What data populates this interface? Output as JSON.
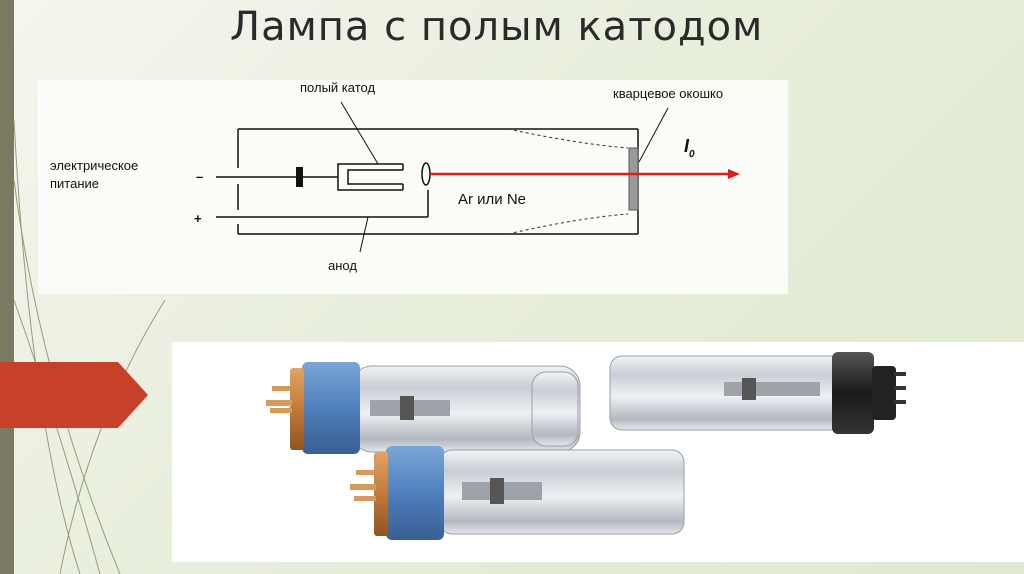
{
  "slide": {
    "title": "Лампа с полым катодом"
  },
  "diagram": {
    "label_hollow_cathode": "полый катод",
    "label_quartz_window": "кварцевое окошко",
    "label_power_line1": "электрическое",
    "label_power_line2": "питание",
    "label_minus": "–",
    "label_plus": "+",
    "label_gas": "Ar или Ne",
    "label_anode": "анод",
    "label_beam_I": "I",
    "label_beam_sub": "0",
    "beam_color": "#e01b1b"
  },
  "photo": {
    "description_icons": [
      "hollow-cathode-lamp-image"
    ]
  },
  "colors": {
    "accent": "#c7402a",
    "strip": "#7a7a60"
  }
}
